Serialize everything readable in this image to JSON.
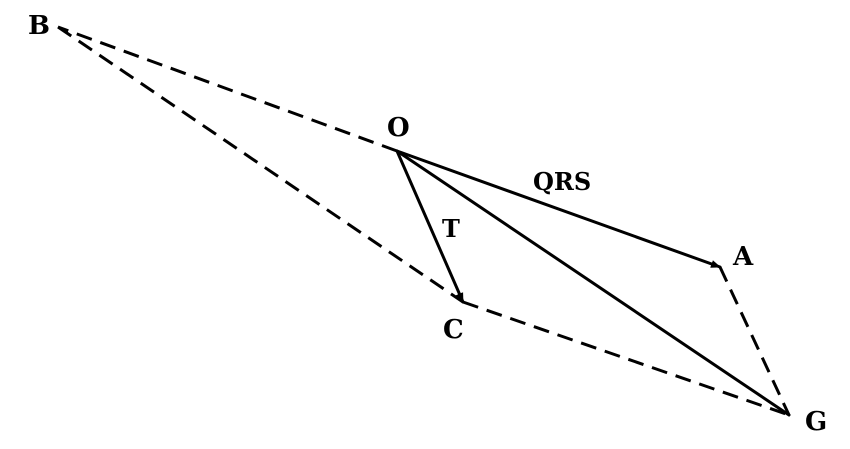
{
  "points": {
    "O": "O",
    "A": "A",
    "B": "B",
    "C": "C",
    "G": "G"
  },
  "vectors": {
    "OA": "QRS",
    "OC": "T"
  },
  "colors": {
    "stroke": "#000000",
    "background": "#ffffff"
  }
}
